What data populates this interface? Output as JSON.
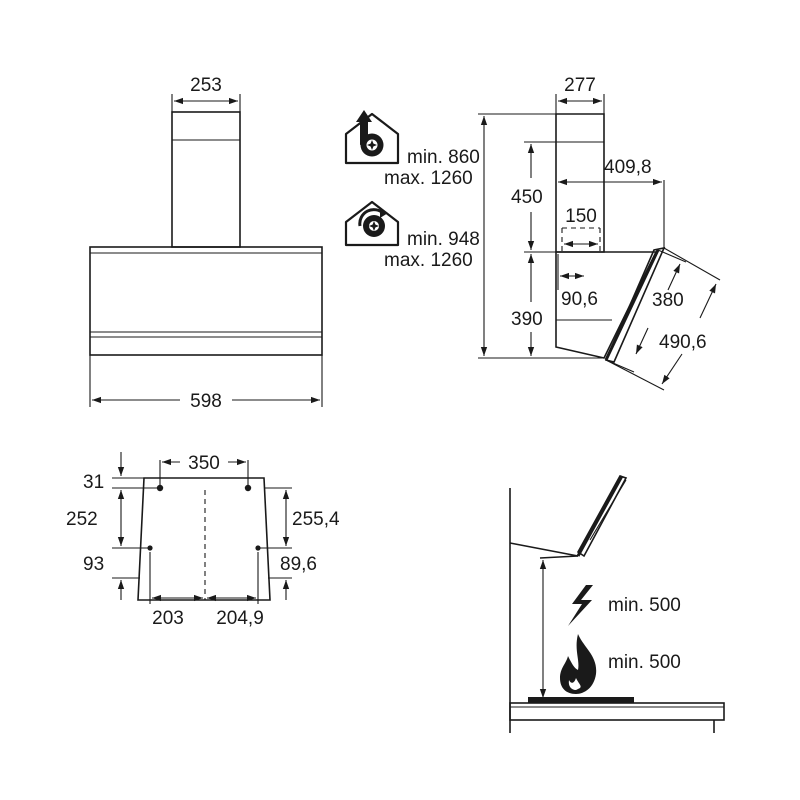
{
  "front_view": {
    "chimney_width": "253",
    "hood_width": "598"
  },
  "side_view": {
    "depth": "277",
    "extraction_heights": {
      "min_label": "min. 860",
      "max_label": "max. 1260"
    },
    "recirculation_heights": {
      "min_label": "min. 948",
      "max_label": "max. 1260"
    },
    "chimney_height": "450",
    "panel_offset": "409,8",
    "outlet_width": "150",
    "outlet_setback": "90,6",
    "body_height": "390",
    "glass_height": "380",
    "glass_length": "490,6"
  },
  "bracket_view": {
    "hole_spacing": "350",
    "top_offset": "31",
    "left_vertical": "252",
    "right_vertical": "255,4",
    "left_bottom": "93",
    "right_bottom": "89,6",
    "left_half_width": "203",
    "right_half_width": "204,9"
  },
  "clearance_view": {
    "electric_min": "min. 500",
    "gas_min": "min. 500"
  },
  "icons": [
    "extraction-house-icon",
    "recirculation-house-icon",
    "lightning-icon",
    "flame-icon"
  ]
}
